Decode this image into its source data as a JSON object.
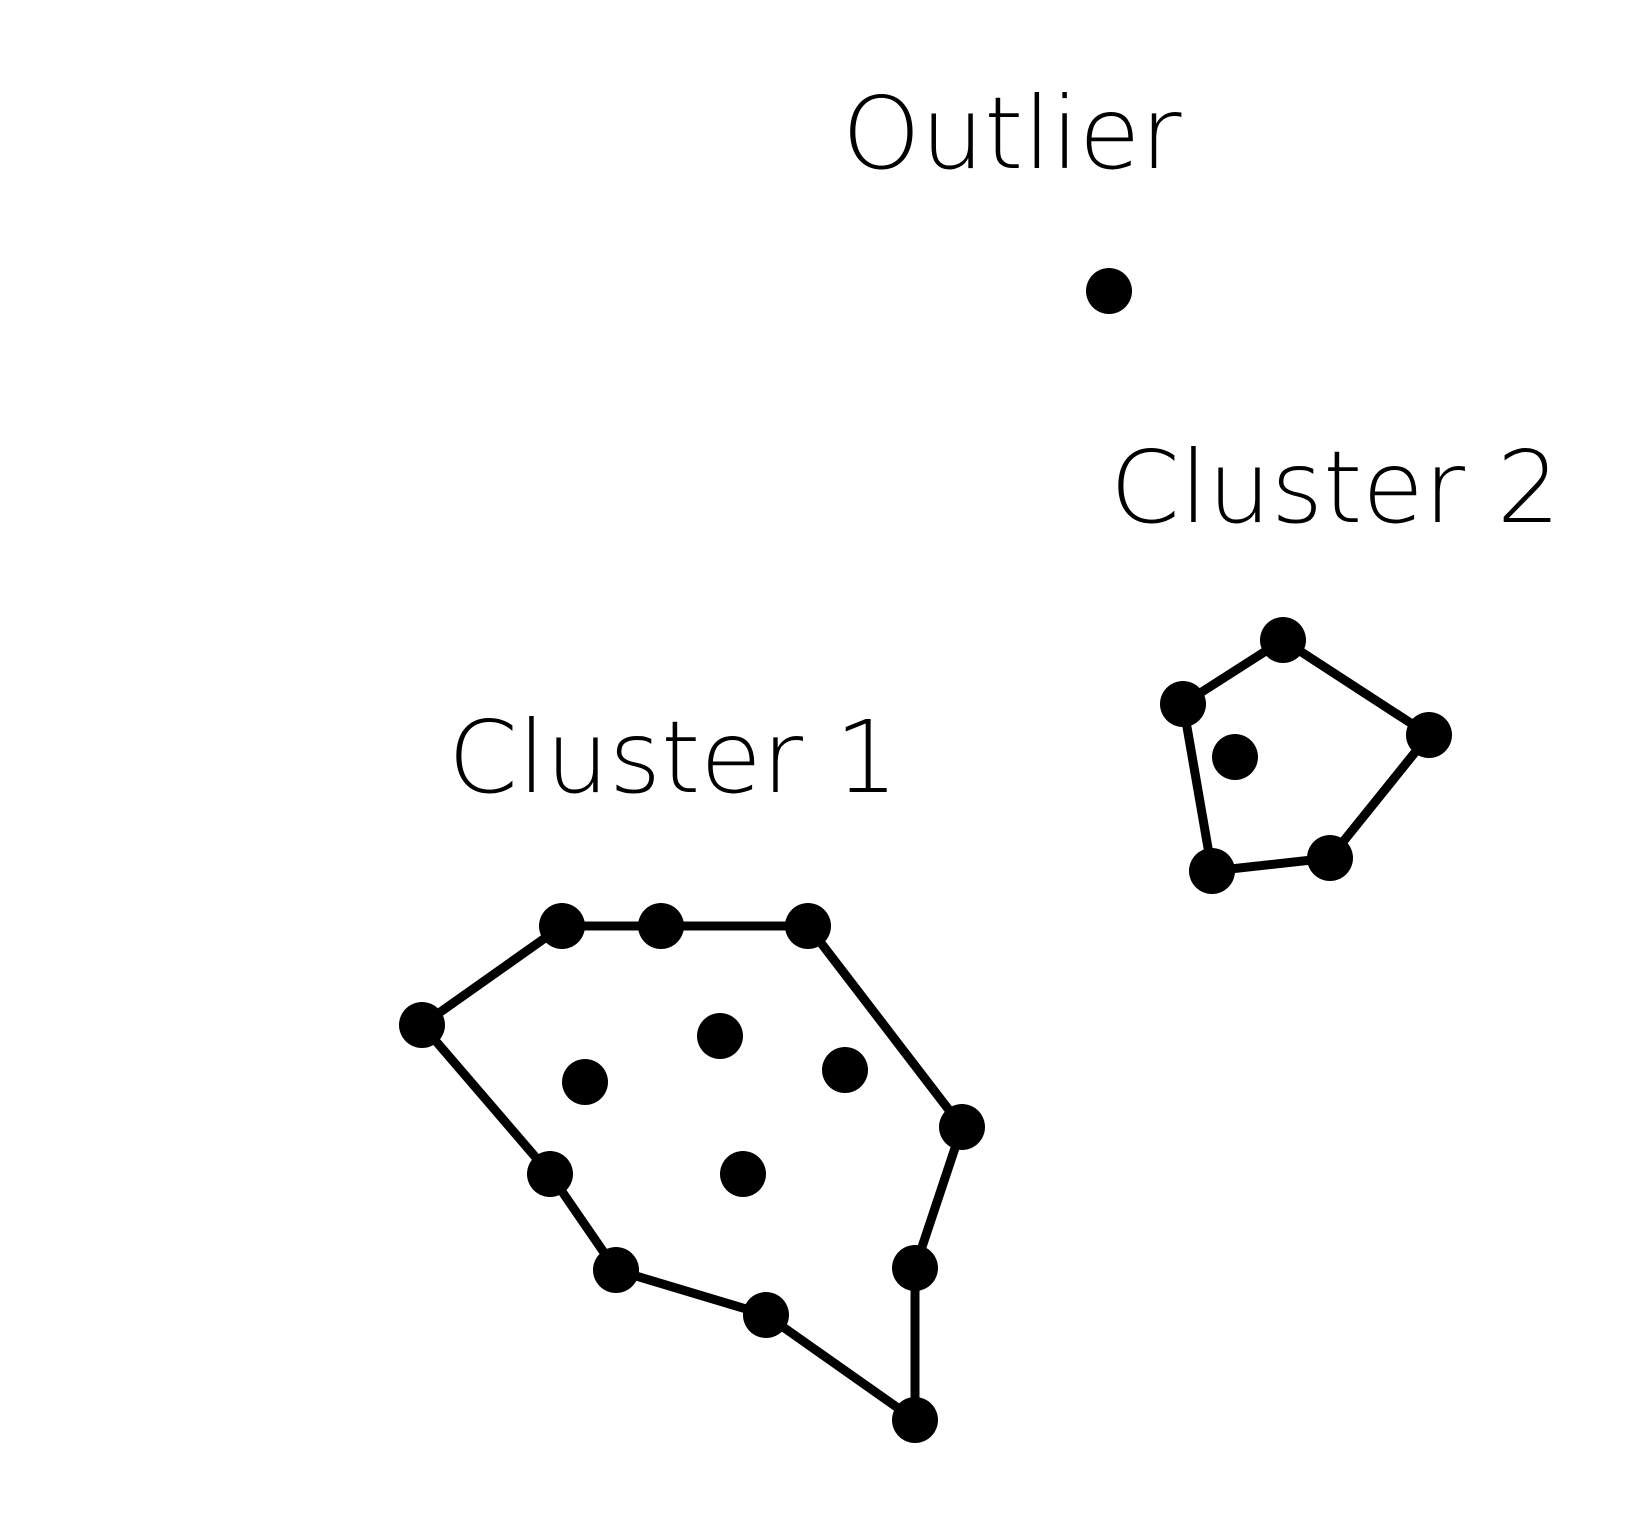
{
  "colors": {
    "background": "#ffffff",
    "ink": "#000000"
  },
  "labels": {
    "outlier": "Outlier",
    "cluster_1": "Cluster 1",
    "cluster_2": "Cluster 2"
  }
}
